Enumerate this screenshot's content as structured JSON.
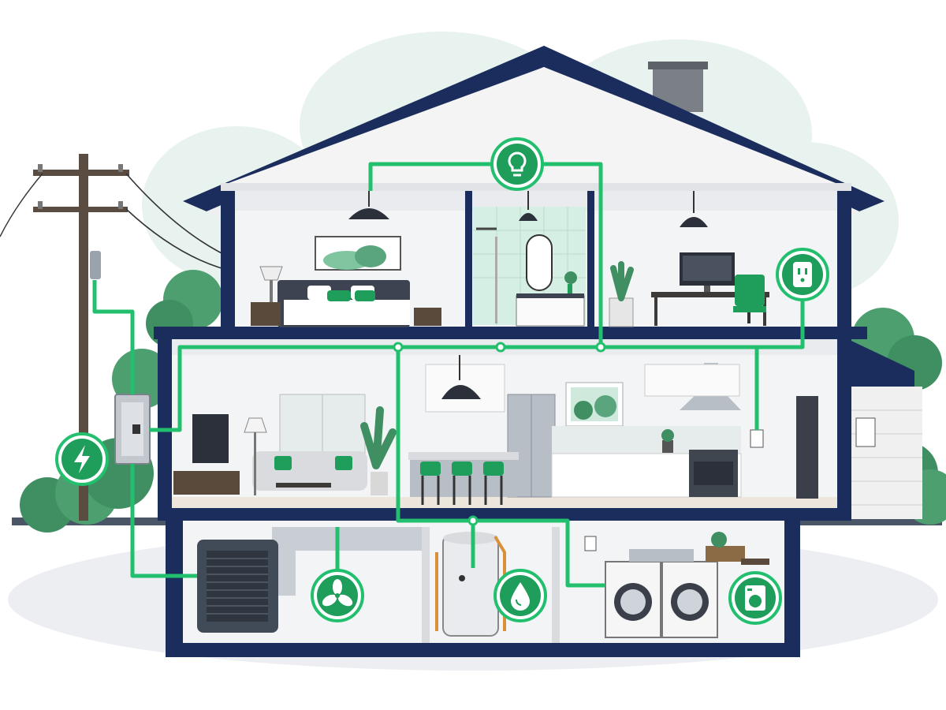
{
  "diagram": {
    "outlet_plate_label": "",
    "colors": {
      "navy": "#1b2d5c",
      "wire_green": "#22c06e",
      "badge_green": "#1f9d5a",
      "interior_wall": "#f3f4f6",
      "roof_fill": "#eeeff1",
      "mint_tile": "#d6efe4",
      "ground": "#e6e8ec",
      "foliage": "#3f8f62",
      "foliage_light": "#63b083",
      "wood": "#5a4a3c",
      "steel": "#b8bec6",
      "dark_steel": "#414a57",
      "background_blob": "#e8f2ee"
    },
    "badges": [
      {
        "id": "lighting",
        "icon": "lightbulb-icon"
      },
      {
        "id": "outlet",
        "icon": "outlet-icon"
      },
      {
        "id": "power",
        "icon": "lightning-bolt-icon"
      },
      {
        "id": "hvac",
        "icon": "fan-icon"
      },
      {
        "id": "water",
        "icon": "water-drop-icon"
      },
      {
        "id": "laundry",
        "icon": "washing-machine-icon"
      }
    ],
    "rooms": [
      {
        "id": "bedroom",
        "floor": "upper"
      },
      {
        "id": "bathroom",
        "floor": "upper"
      },
      {
        "id": "office",
        "floor": "upper"
      },
      {
        "id": "living-room",
        "floor": "main"
      },
      {
        "id": "kitchen",
        "floor": "main"
      },
      {
        "id": "garage",
        "floor": "main"
      },
      {
        "id": "mechanical-room",
        "floor": "basement"
      },
      {
        "id": "laundry-room",
        "floor": "basement"
      }
    ]
  }
}
